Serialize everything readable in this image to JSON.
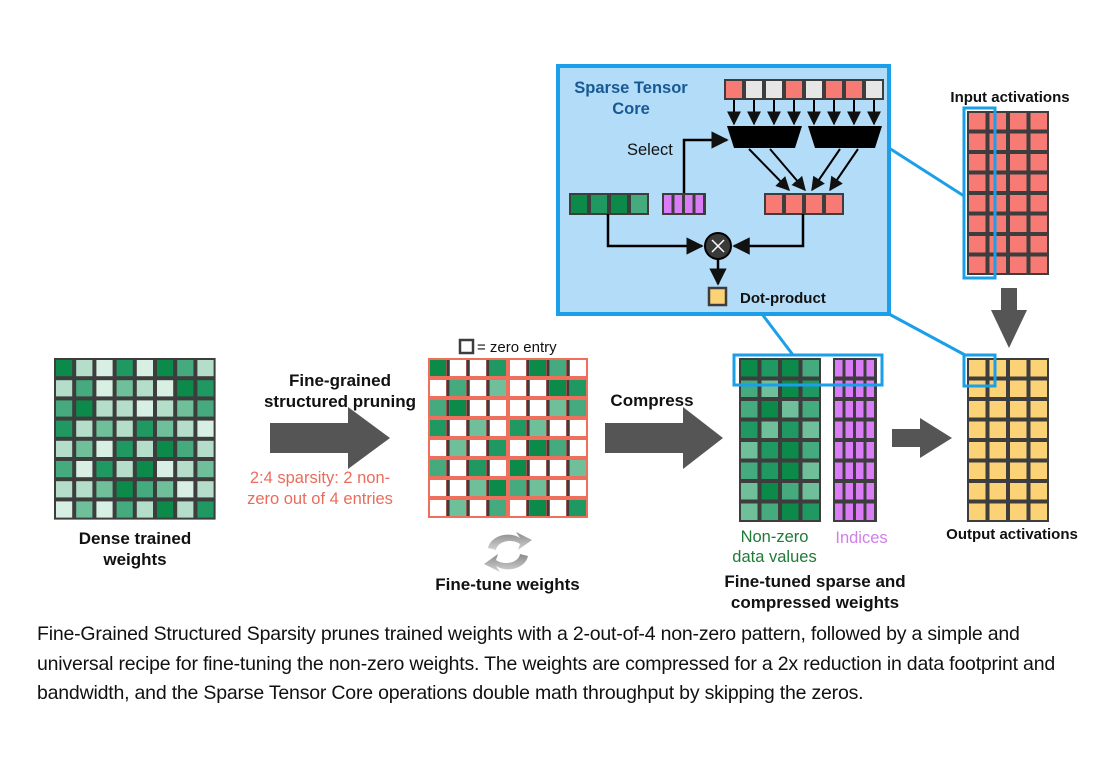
{
  "title": "Fine-Grained Structured Sparsity with Sparse Tensor Core",
  "colors": {
    "panel_fill": "#b3dcf8",
    "panel_border": "#1a9fe8",
    "arrow_gray": "#555555",
    "grid_border": "#3d3d3d",
    "sparse_border": "#ef6f5d",
    "activation_red": "#f77a75",
    "output_yellow": "#fbd376",
    "index_purple": "#d97cf5",
    "pruned_white": "#ffffff",
    "inactive_gray": "#e6e6e6",
    "sparsity_text": "#ea6c5c",
    "nonzero_text": "#1e7a37",
    "indices_text": "#d07fe8",
    "panel_title": "#175a93",
    "shades": {
      "D": "#0b8a4a",
      "M": "#1f9862",
      "M2": "#45ab7f",
      "L": "#6fc09a",
      "P": "#b4dec9",
      "W": "#d8efe3",
      "0": "#ffffff"
    }
  },
  "dense_weights": {
    "label_line1": "Dense trained",
    "label_line2": "weights",
    "grid": [
      [
        "D",
        "P",
        "W",
        "M",
        "W",
        "D",
        "M2",
        "P"
      ],
      [
        "P",
        "M2",
        "W",
        "L",
        "P",
        "W",
        "D",
        "M"
      ],
      [
        "M2",
        "D",
        "P",
        "P",
        "W",
        "P",
        "L",
        "M2"
      ],
      [
        "M",
        "P",
        "L",
        "P",
        "M",
        "L",
        "P",
        "W"
      ],
      [
        "P",
        "L",
        "W",
        "M",
        "P",
        "D",
        "M2",
        "P"
      ],
      [
        "M2",
        "W",
        "M",
        "P",
        "D",
        "W",
        "P",
        "L"
      ],
      [
        "P",
        "P",
        "L",
        "D",
        "M2",
        "L",
        "W",
        "P"
      ],
      [
        "W",
        "L",
        "W",
        "M2",
        "P",
        "D",
        "P",
        "M"
      ]
    ]
  },
  "pruning_step": {
    "label_line1": "Fine-grained",
    "label_line2": "structured pruning",
    "note_line1": "2:4 sparsity: 2 non-",
    "note_line2": "zero out of 4 entries"
  },
  "sparse_weights": {
    "legend": "= zero entry",
    "fine_tune_label": "Fine-tune weights",
    "fine_tune_icon": "refresh-cycle-icon",
    "grid": [
      [
        "D",
        "0",
        "0",
        "M",
        "0",
        "D",
        "M2",
        "0"
      ],
      [
        "0",
        "M2",
        "0",
        "L",
        "0",
        "0",
        "D",
        "M"
      ],
      [
        "M2",
        "D",
        "0",
        "0",
        "0",
        "0",
        "L",
        "M2"
      ],
      [
        "M",
        "0",
        "L",
        "0",
        "M",
        "L",
        "0",
        "0"
      ],
      [
        "0",
        "L",
        "0",
        "M",
        "0",
        "D",
        "M2",
        "0"
      ],
      [
        "M2",
        "0",
        "M",
        "0",
        "D",
        "0",
        "0",
        "L"
      ],
      [
        "0",
        "0",
        "L",
        "D",
        "M2",
        "L",
        "0",
        "0"
      ],
      [
        "0",
        "L",
        "0",
        "M2",
        "0",
        "D",
        "0",
        "M"
      ]
    ]
  },
  "compress_step": {
    "label": "Compress"
  },
  "compressed_weights": {
    "nonzero_label_line1": "Non-zero",
    "nonzero_label_line2": "data values",
    "indices_label": "Indices",
    "title_line1": "Fine-tuned sparse and",
    "title_line2": "compressed weights",
    "grid": [
      [
        "D",
        "M",
        "D",
        "M2"
      ],
      [
        "M2",
        "L",
        "D",
        "M"
      ],
      [
        "M2",
        "D",
        "L",
        "M2"
      ],
      [
        "M",
        "L",
        "M",
        "L"
      ],
      [
        "L",
        "M",
        "D",
        "M2"
      ],
      [
        "M2",
        "M",
        "D",
        "L"
      ],
      [
        "L",
        "D",
        "M2",
        "L"
      ],
      [
        "L",
        "M2",
        "D",
        "M"
      ]
    ],
    "index_rows": 8,
    "index_cols": 4
  },
  "tensor_core": {
    "title_line1": "Sparse Tensor",
    "title_line2": "Core",
    "select_label": "Select",
    "dot_product_label": "Dot-product",
    "multiply_icon": "multiply-icon",
    "input_row": [
      "act",
      "off",
      "off",
      "act",
      "off",
      "act",
      "act",
      "off"
    ],
    "weights_row": [
      "D",
      "M",
      "D",
      "M2"
    ],
    "selected_row_count": 4,
    "index_count": 4
  },
  "input_activations": {
    "label": "Input activations",
    "rows": 8,
    "cols": 4
  },
  "output_activations": {
    "label": "Output activations",
    "rows": 8,
    "cols": 4
  },
  "caption": "Fine-Grained Structured Sparsity prunes trained weights with a 2-out-of-4 non-zero pattern, followed by a simple and universal recipe for fine-tuning the non-zero weights. The weights are compressed for a 2x reduction in data footprint and bandwidth, and the Sparse Tensor Core operations double math throughput by skipping the zeros."
}
